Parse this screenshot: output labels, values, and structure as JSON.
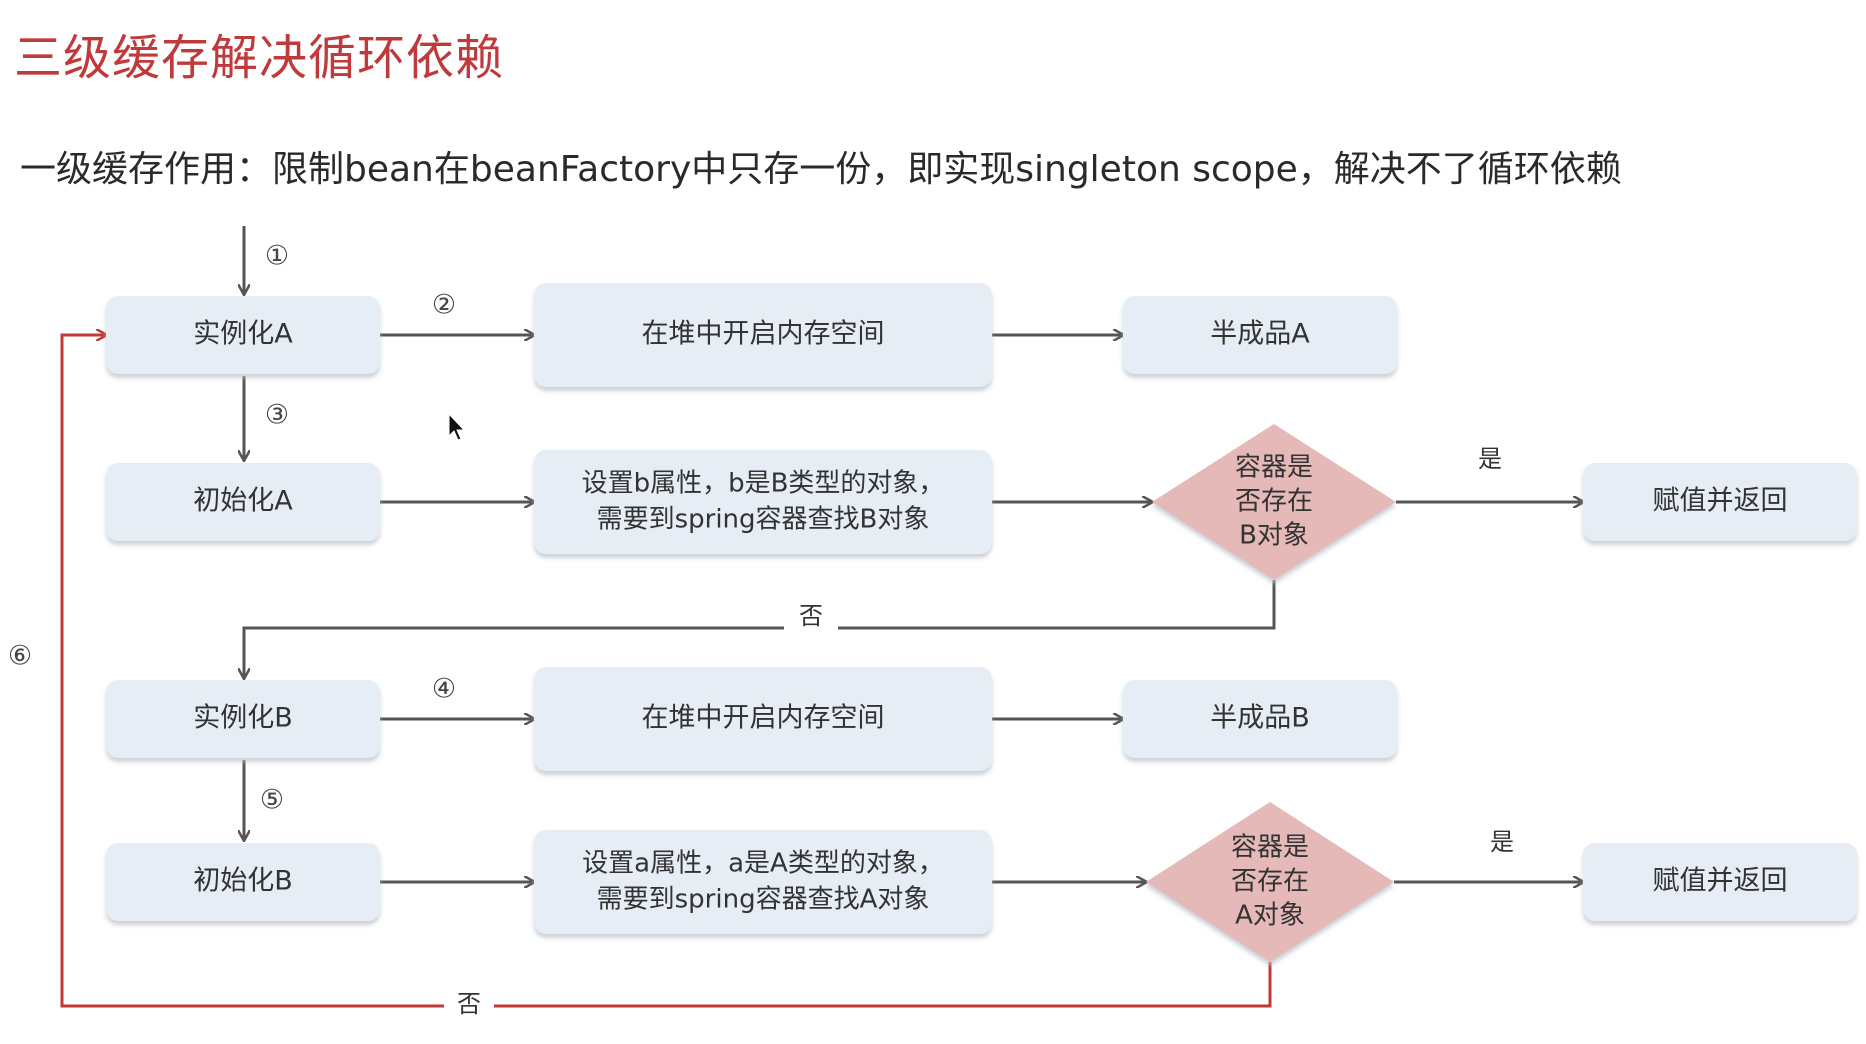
{
  "title": "三级缓存解决循环依赖",
  "subtitle": "一级缓存作用：限制bean在beanFactory中只存一份，即实现singleton scope，解决不了循环依赖",
  "colors": {
    "title": "#c0393b",
    "box_fill": "#e6edf5",
    "box_shadow": "#cfd6de",
    "decision_fill": "#e4b9b7",
    "arrow": "#555555",
    "loop_arrow": "#c0393b"
  },
  "nodes": {
    "instantiate_a": "实例化A",
    "alloc_a": "在堆中开启内存空间",
    "half_a": "半成品A",
    "init_a": "初始化A",
    "set_b_line1": "设置b属性，b是B类型的对象，",
    "set_b_line2": "需要到spring容器查找B对象",
    "check_b_line1": "容器是",
    "check_b_line2": "否存在",
    "check_b_line3": "B对象",
    "return_1": "赋值并返回",
    "instantiate_b": "实例化B",
    "alloc_b": "在堆中开启内存空间",
    "half_b": "半成品B",
    "init_b": "初始化B",
    "set_a_line1": "设置a属性，a是A类型的对象，",
    "set_a_line2": "需要到spring容器查找A对象",
    "check_a_line1": "容器是",
    "check_a_line2": "否存在",
    "check_a_line3": "A对象",
    "return_2": "赋值并返回"
  },
  "labels": {
    "yes_1": "是",
    "no_1": "否",
    "yes_2": "是",
    "no_2": "否"
  },
  "steps": {
    "s1": "①",
    "s2": "②",
    "s3": "③",
    "s4": "④",
    "s5": "⑤",
    "s6": "⑥"
  }
}
